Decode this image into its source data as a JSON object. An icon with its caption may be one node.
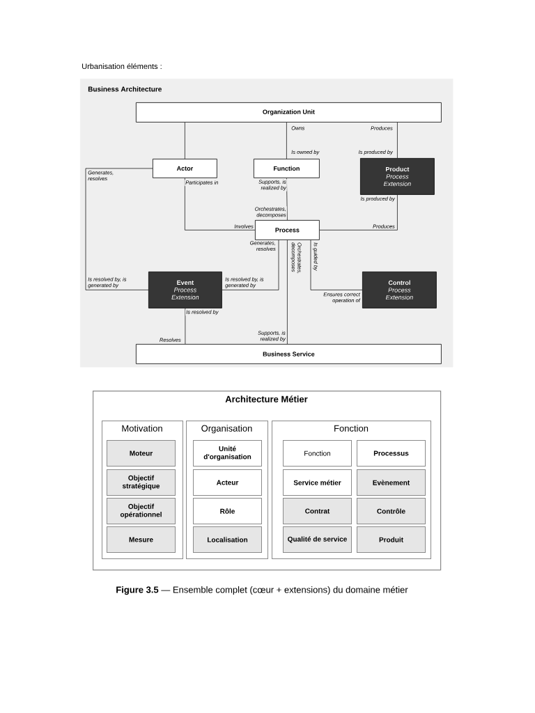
{
  "diagram": {
    "title": "Urbanisation éléments :",
    "caption": "**Figure 3.5** — Ensemble complet (cœur + extensions) du domaine métier",
    "nodes": [
      {
        "text": [
          "Business Architecture"
        ]
      },
      {
        "text": [
          "Organization Unit"
        ],
        "in": 0
      },
      {
        "text": [
          "Actor"
        ],
        "in": 0
      },
      {
        "text": [
          "Function"
        ],
        "in": 0
      },
      {
        "text": [
          "Product",
          "Process Extension"
        ],
        "in": 0
      },
      {
        "text": [
          "Process"
        ],
        "in": 0
      },
      {
        "text": [
          "Event",
          "Process Extension"
        ],
        "in": 0
      },
      {
        "text": [
          "Control",
          "Process Extension"
        ],
        "in": 0
      },
      {
        "text": [
          "Business Service"
        ],
        "in": 0
      },
      {
        "text": [
          "Architecture Métier"
        ]
      },
      {
        "text": [
          "Motivation"
        ],
        "in": 9
      },
      {
        "text": [
          "Moteur"
        ],
        "in": 10
      },
      {
        "text": [
          "Objectif stratégique"
        ],
        "in": 10
      },
      {
        "text": [
          "Objectif opérationnel"
        ],
        "in": 10
      },
      {
        "text": [
          "Mesure"
        ],
        "in": 10
      },
      {
        "text": [
          "Organisation"
        ],
        "in": 9
      },
      {
        "text": [
          "Unité d'organisation"
        ],
        "in": 15
      },
      {
        "text": [
          "Acteur"
        ],
        "in": 15
      },
      {
        "text": [
          "Rôle"
        ],
        "in": 15
      },
      {
        "text": [
          "Localisation"
        ],
        "in": 15
      },
      {
        "text": [
          "Fonction"
        ],
        "in": 9
      },
      {
        "text": [
          "Fonction"
        ],
        "in": 20
      },
      {
        "text": [
          "Processus"
        ],
        "in": 20
      },
      {
        "text": [
          "Service métier"
        ],
        "in": 20
      },
      {
        "text": [
          "Evènement"
        ],
        "in": 20
      },
      {
        "text": [
          "Contrat"
        ],
        "in": 20
      },
      {
        "text": [
          "Contrôle"
        ],
        "in": 20
      },
      {
        "text": [
          "Qualité de service"
        ],
        "in": 20
      },
      {
        "text": [
          "Produit"
        ],
        "in": 20
      }
    ],
    "edges": [
      {
        "from": 1,
        "to": 2,
        "arrow": "none"
      },
      {
        "from": 1,
        "to": 3,
        "arrow": "none",
        "label": "Owns"
      },
      {
        "from": 1,
        "to": 4,
        "arrow": "none",
        "label": "Produces"
      },
      {
        "from": 2,
        "to": 6,
        "arrow": "none",
        "label": "Generates, resolves"
      },
      {
        "from": 2,
        "to": 5,
        "arrow": "none",
        "label": "Participates in"
      },
      {
        "from": 3,
        "to": 5,
        "arrow": "none",
        "label": "Supports, is realized by"
      },
      {
        "from": 4,
        "to": 5,
        "arrow": "none",
        "label": "Is produced by"
      },
      {
        "from": 5,
        "to": 6,
        "arrow": "none",
        "label": "Generates, resolves"
      },
      {
        "from": 5,
        "to": 8,
        "arrow": "none",
        "label": "Orchestrates, decomposes"
      },
      {
        "from": 5,
        "to": 7,
        "arrow": "none",
        "label": "Is guided by"
      },
      {
        "from": 6,
        "to": 8,
        "arrow": "none",
        "label": "Is resolved by"
      }
    ],
    "labels": [
      "Is owned by",
      "Is produced by",
      "Is resolved by, is generated by",
      "Involves",
      "Orchestrates, decomposes",
      "Produces",
      "Is resolved by, is generated by",
      "Supports, is realized by",
      "Ensures correct operation of",
      "Resolves"
    ]
  }
}
